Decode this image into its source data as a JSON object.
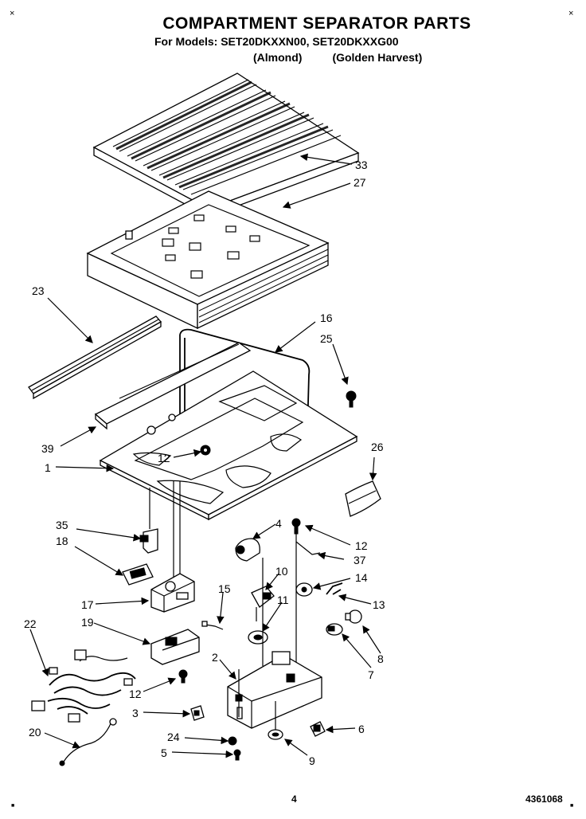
{
  "header": {
    "title": "COMPARTMENT SEPARATOR PARTS",
    "models_line": "For Models: SET20DKXXN00, SET20DKXXG00",
    "variant_almond": "(Almond)",
    "variant_golden": "(Golden Harvest)"
  },
  "corner_marks": {
    "top_left": "×",
    "top_right": "×",
    "bottom_left": "■",
    "bottom_right": "■"
  },
  "footer": {
    "page_number": "4",
    "document_number": "4361068"
  },
  "callouts": [
    "33",
    "27",
    "23",
    "16",
    "25",
    "39",
    "12",
    "1",
    "26",
    "35",
    "4",
    "12",
    "18",
    "37",
    "14",
    "10",
    "15",
    "13",
    "17",
    "11",
    "19",
    "22",
    "8",
    "2",
    "7",
    "12",
    "3",
    "6",
    "20",
    "24",
    "5",
    "9"
  ]
}
